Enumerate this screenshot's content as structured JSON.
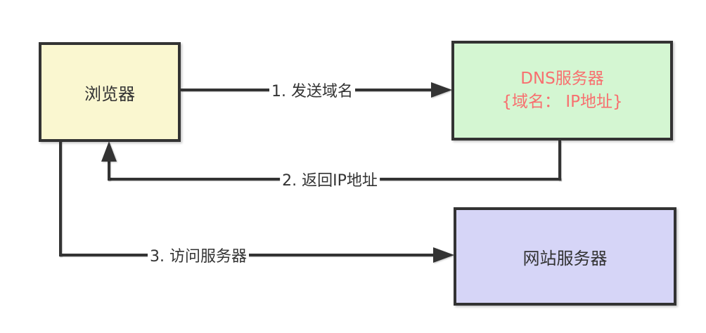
{
  "diagram": {
    "background": "#ffffff",
    "stroke_color": "#333333",
    "nodes": {
      "browser": {
        "label": "浏览器",
        "fill": "#faf7d0",
        "text_color": "#333333"
      },
      "dns_server": {
        "title": "DNS服务器",
        "subtitle": "{域名： IP地址}",
        "fill": "#d4f6d2",
        "text_color": "#f86f6f"
      },
      "web_server": {
        "label": "网站服务器",
        "fill": "#d6d5f7",
        "text_color": "#333333"
      }
    },
    "edges": [
      {
        "id": "send-domain",
        "label": "1. 发送域名",
        "from": "browser",
        "to": "dns_server"
      },
      {
        "id": "return-ip",
        "label": "2. 返回IP地址",
        "from": "dns_server",
        "to": "browser"
      },
      {
        "id": "visit-server",
        "label": "3. 访问服务器",
        "from": "browser",
        "to": "web_server"
      }
    ]
  }
}
